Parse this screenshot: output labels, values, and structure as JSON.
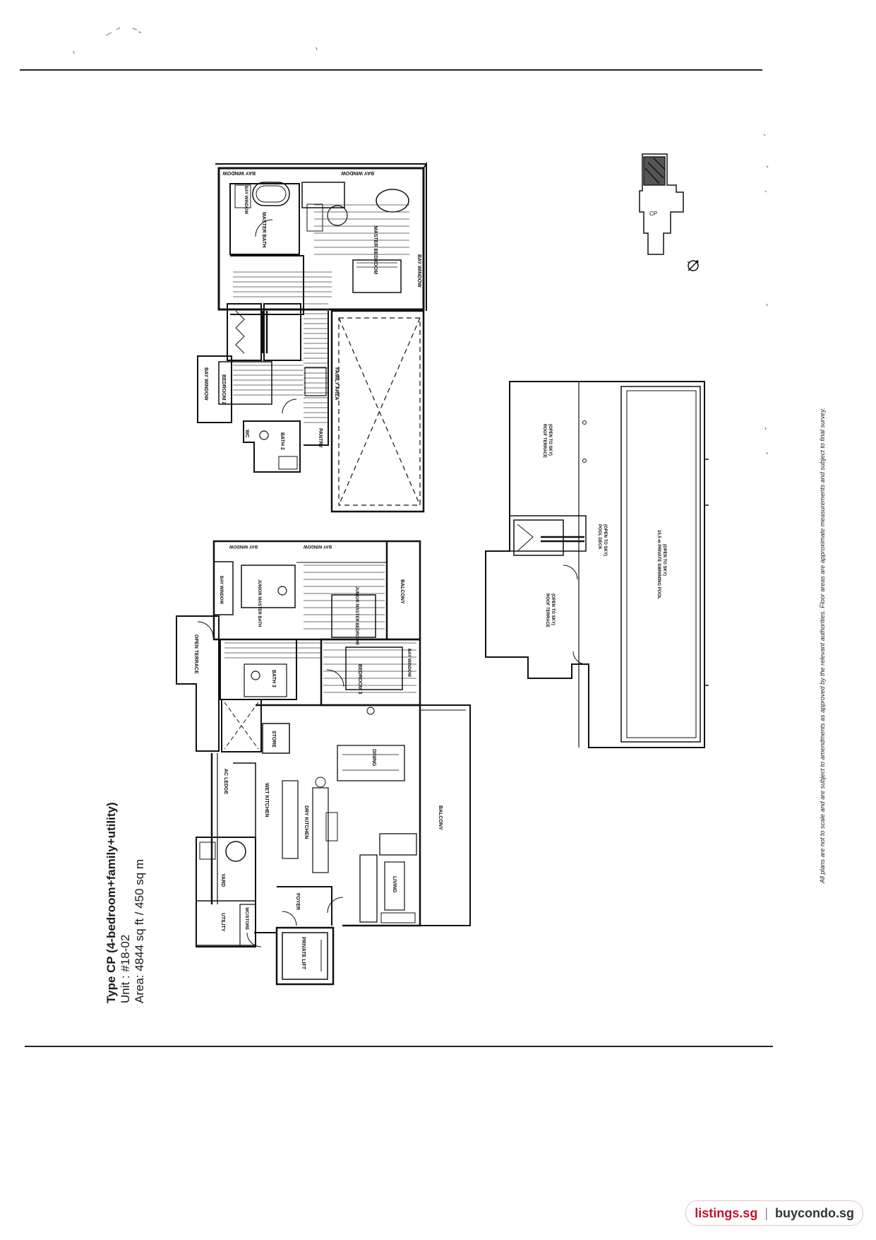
{
  "unit_info": {
    "type_line": "Type CP (4-bedroom+family+utility)",
    "unit_line": "Unit : #18-02",
    "area_line": "Area: 4844 sq ft / 450 sq m"
  },
  "disclaimer": "All plans are not to scale and are subject to amendments as approved by the relevant authorities. Floor areas are approximate measurements and subject to final survey.",
  "rooms_lower": {
    "bay_window_a": "BAY WINDOW",
    "bay_window_b": "BAY WINDOW",
    "bay_window_c": "BAY WINDOW",
    "bay_window_d": "BAY WINDOW",
    "junior_master_bath": "JUNIOR MASTER BATH",
    "junior_master_bedroom": "JUNIOR MASTER BEDROOM",
    "balcony_small": "BALCONY",
    "open_terrace": "OPEN TERRACE",
    "bath3": "BATH 3",
    "bedroom3": "BEDROOM 3",
    "store": "STORE",
    "ac_ledge": "AC LEDGE",
    "wet_kitchen": "WET KITCHEN",
    "dry_kitchen": "DRY KITCHEN",
    "dining": "DINING",
    "balcony_large": "BALCONY",
    "living": "LIVING",
    "yard": "YARD",
    "utility": "UTILITY",
    "wc_store": "WC/STORE",
    "foyer": "FOYER",
    "private_lift": "PRIVATE LIFT"
  },
  "rooms_upper": {
    "bay_window_a": "BAY WINDOW",
    "bay_window_b": "BAY WINDOW",
    "bay_window_c": "BAY WINDOW",
    "bay_window_d": "BAY WINDOW",
    "master_bath": "MASTER BATH",
    "master_bedroom": "MASTER BEDROOM",
    "family_area": "FAMILY AREA",
    "bedroom2": "BEDROOM 2",
    "bath2": "BATH 2",
    "pantry": "PANTRY",
    "wc": "WC"
  },
  "rooms_roof": {
    "roof_terrace_a": "ROOF TERRACE",
    "roof_terrace_a_sub": "(OPEN TO SKY)",
    "roof_terrace_b": "ROOF TERRACE",
    "roof_terrace_b_sub": "(OPEN TO SKY)",
    "pool_deck": "POOL DECK",
    "pool_deck_sub": "(OPEN TO SKY)",
    "pool": "15.5 m PRIVATE SWIMMING POOL",
    "pool_sub": "(OPEN TO SKY)"
  },
  "watermark": {
    "site_a": "listings.sg",
    "separator": "|",
    "site_b": "buycondo.sg"
  }
}
